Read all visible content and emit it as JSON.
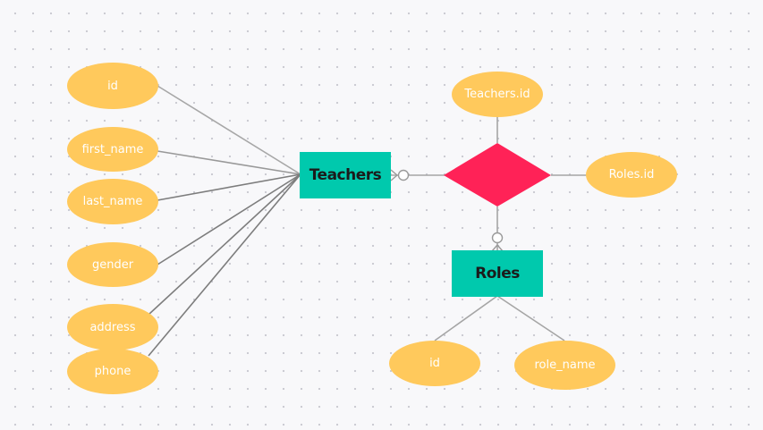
{
  "diagram": {
    "entities": {
      "teachers": "Teachers",
      "roles": "Roles"
    },
    "teacher_attributes": [
      "id",
      "first_name",
      "last_name",
      "gender",
      "address",
      "phone"
    ],
    "role_attributes": [
      "id",
      "role_name"
    ],
    "relationship_attributes": [
      "Teachers.id",
      "Roles.id"
    ],
    "colors": {
      "attribute": "#ffc95c",
      "entity": "#00c9ad",
      "relationship": "#ff2257",
      "connector": "#999999"
    }
  }
}
